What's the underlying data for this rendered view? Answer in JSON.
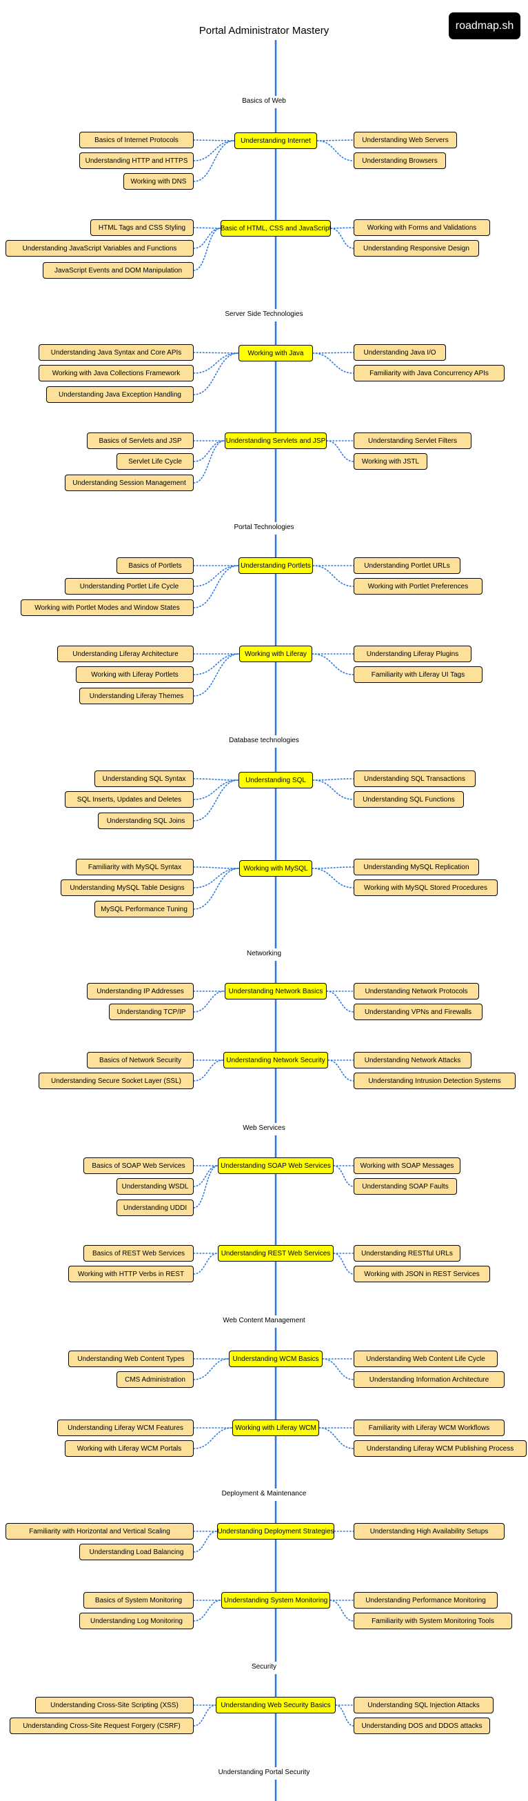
{
  "title": "Portal Administrator Mastery",
  "brand": "roadmap.sh",
  "colors": {
    "spine": "#2b78e4",
    "topic": "#ffff00",
    "subtopic": "#fde19a",
    "connector": "#2b78e4"
  },
  "sections": [
    {
      "label": "Basics of Web",
      "topics": [
        {
          "label": "Understanding Internet",
          "left": [
            "Basics of Internet Protocols",
            "Understanding HTTP and HTTPS",
            "Working with DNS"
          ],
          "right": [
            "Understanding Web Servers",
            "Understanding Browsers"
          ]
        },
        {
          "label": "Basic of HTML, CSS and JavaScript",
          "left": [
            "HTML Tags and CSS Styling",
            "Understanding JavaScript Variables and Functions",
            "JavaScript Events and DOM Manipulation"
          ],
          "right": [
            "Working with Forms and Validations",
            "Understanding Responsive Design"
          ]
        }
      ]
    },
    {
      "label": "Server Side Technologies",
      "topics": [
        {
          "label": "Working with Java",
          "left": [
            "Understanding Java Syntax and Core APIs",
            "Working with Java Collections Framework",
            "Understanding Java Exception Handling"
          ],
          "right": [
            "Understanding Java I/O",
            "Familiarity with Java Concurrency APIs"
          ]
        },
        {
          "label": "Understanding Servlets and JSP",
          "left": [
            "Basics of Servlets and JSP",
            "Servlet Life Cycle",
            "Understanding Session Management"
          ],
          "right": [
            "Understanding Servlet Filters",
            "Working with JSTL"
          ]
        }
      ]
    },
    {
      "label": "Portal Technologies",
      "topics": [
        {
          "label": "Understanding Portlets",
          "left": [
            "Basics of Portlets",
            "Understanding Portlet Life Cycle",
            "Working with Portlet Modes and Window States"
          ],
          "right": [
            "Understanding Portlet URLs",
            "Working with Portlet Preferences"
          ]
        },
        {
          "label": "Working with Liferay",
          "left": [
            "Understanding Liferay Architecture",
            "Working with Liferay Portlets",
            "Understanding Liferay Themes"
          ],
          "right": [
            "Understanding Liferay Plugins",
            "Familiarity with Liferay UI Tags"
          ]
        }
      ]
    },
    {
      "label": "Database technologies",
      "topics": [
        {
          "label": "Understanding SQL",
          "left": [
            "Understanding SQL Syntax",
            "SQL Inserts, Updates and Deletes",
            "Understanding SQL Joins"
          ],
          "right": [
            "Understanding SQL Transactions",
            "Understanding SQL Functions"
          ]
        },
        {
          "label": "Working with MySQL",
          "left": [
            "Familiarity with MySQL Syntax",
            "Understanding MySQL Table Designs",
            "MySQL Performance Tuning"
          ],
          "right": [
            "Understanding MySQL Replication",
            "Working with MySQL Stored Procedures"
          ]
        }
      ]
    },
    {
      "label": "Networking",
      "topics": [
        {
          "label": "Understanding Network Basics",
          "left": [
            "Understanding IP Addresses",
            "Understanding TCP/IP"
          ],
          "right": [
            "Understanding Network Protocols",
            "Understanding VPNs and Firewalls"
          ]
        },
        {
          "label": "Understanding Network Security",
          "left": [
            "Basics of Network Security",
            "Understanding Secure Socket Layer (SSL)"
          ],
          "right": [
            "Understanding Network Attacks",
            "Understanding Intrusion Detection Systems"
          ]
        }
      ]
    },
    {
      "label": "Web Services",
      "topics": [
        {
          "label": "Understanding SOAP Web Services",
          "left": [
            "Basics of SOAP Web Services",
            "Understanding WSDL",
            "Understanding UDDI"
          ],
          "right": [
            "Working with SOAP Messages",
            "Understanding SOAP Faults"
          ]
        },
        {
          "label": "Understanding REST Web Services",
          "left": [
            "Basics of REST Web Services",
            "Working with HTTP Verbs in REST"
          ],
          "right": [
            "Understanding RESTful URLs",
            "Working with JSON in REST Services"
          ]
        }
      ]
    },
    {
      "label": "Web Content Management",
      "topics": [
        {
          "label": "Understanding WCM Basics",
          "left": [
            "Understanding Web Content Types",
            "CMS Administration"
          ],
          "right": [
            "Understanding Web Content Life Cycle",
            "Understanding Information Architecture"
          ]
        },
        {
          "label": "Working with Liferay WCM",
          "left": [
            "Understanding Liferay WCM Features",
            "Working with Liferay WCM Portals"
          ],
          "right": [
            "Familiarity with Liferay WCM Workflows",
            "Understanding Liferay WCM Publishing Process"
          ]
        }
      ]
    },
    {
      "label": "Deployment & Maintenance",
      "topics": [
        {
          "label": "Understanding Deployment Strategies",
          "left": [
            "Familiarity with Horizontal and Vertical Scaling",
            "Understanding Load Balancing"
          ],
          "right": [
            "Understanding High Availability Setups"
          ]
        },
        {
          "label": "Understanding System Monitoring",
          "left": [
            "Basics of System Monitoring",
            "Understanding Log Monitoring"
          ],
          "right": [
            "Understanding Performance Monitoring",
            "Familiarity with System Monitoring Tools"
          ]
        }
      ]
    },
    {
      "label": "Security",
      "topics": [
        {
          "label": "Understanding Web Security Basics",
          "left": [
            "Understanding Cross-Site Scripting (XSS)",
            "Understanding Cross-Site Request Forgery (CSRF)"
          ],
          "right": [
            "Understanding SQL Injection Attacks",
            "Understanding DOS and DDOS attacks"
          ]
        }
      ]
    }
  ],
  "footer_label": "Understanding Portal Security"
}
